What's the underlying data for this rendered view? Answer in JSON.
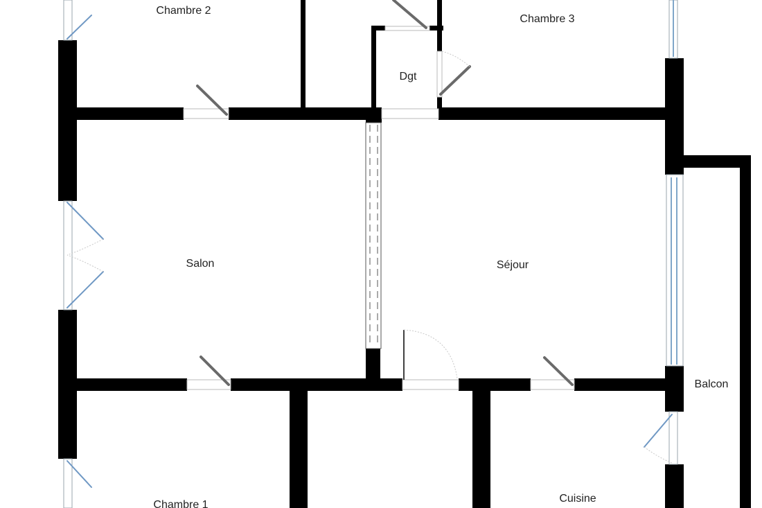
{
  "plan": {
    "colors": {
      "wall": "#000000",
      "background": "#ffffff",
      "window": "#7fa6c9",
      "door": "#6a6a6a"
    },
    "rooms": {
      "chambre2": "Chambre 2",
      "chambre3": "Chambre 3",
      "dgt": "Dgt",
      "salon": "Salon",
      "sejour": "Séjour",
      "balcon": "Balcon",
      "chambre1": "Chambre 1",
      "cuisine": "Cuisine"
    }
  }
}
